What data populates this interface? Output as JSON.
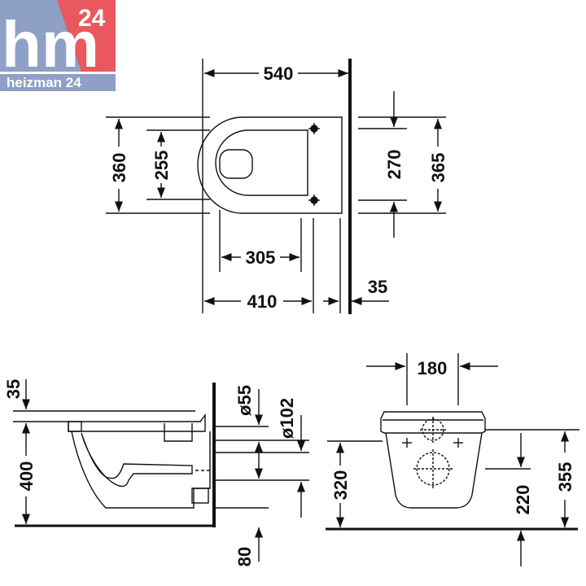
{
  "brand": {
    "logo_letters": "hm",
    "logo_number": "24",
    "tagline": "heizman 24",
    "colors": {
      "blue": "#8ea0c6",
      "red": "#e8585c",
      "white": "#ffffff"
    }
  },
  "top_view": {
    "dims": {
      "overall_length": "540",
      "width_360": "360",
      "width_255": "255",
      "bolt_spacing_270": "270",
      "width_365": "365",
      "length_305": "305",
      "length_410": "410",
      "wall_35": "35"
    }
  },
  "side_view": {
    "dims": {
      "top_35": "35",
      "height_400": "400",
      "pipe_55": "ø55",
      "pipe_102": "ø102",
      "bottom_80": "80"
    }
  },
  "front_view": {
    "dims": {
      "width_180": "180",
      "height_320": "320",
      "height_220": "220",
      "height_355": "355"
    }
  }
}
